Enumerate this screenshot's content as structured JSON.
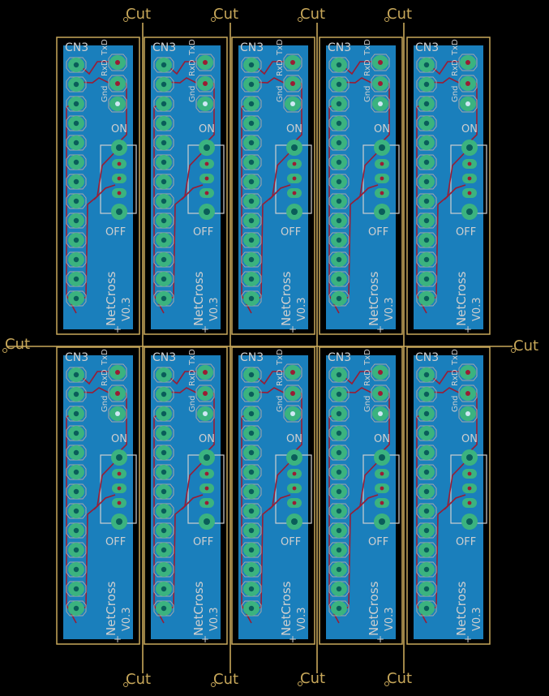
{
  "panel": {
    "cut_label": "Cut",
    "connector_label": "CN3",
    "signal_labels": [
      "TxD",
      "RxD",
      "Gnd"
    ],
    "switch_on_label": "ON",
    "switch_off_label": "OFF",
    "product_name": "NetCross",
    "version": "V0.3",
    "rows": 2,
    "columns": 5,
    "header_pins": 13
  },
  "colors": {
    "background": "#000000",
    "board_fill": "#1a7fbc",
    "outline": "#c8a85a",
    "pad": "#3bb37f",
    "pad_ring": "#a8a8a8",
    "trace": "#9a1c34",
    "silkscreen": "#cfcfcf"
  }
}
